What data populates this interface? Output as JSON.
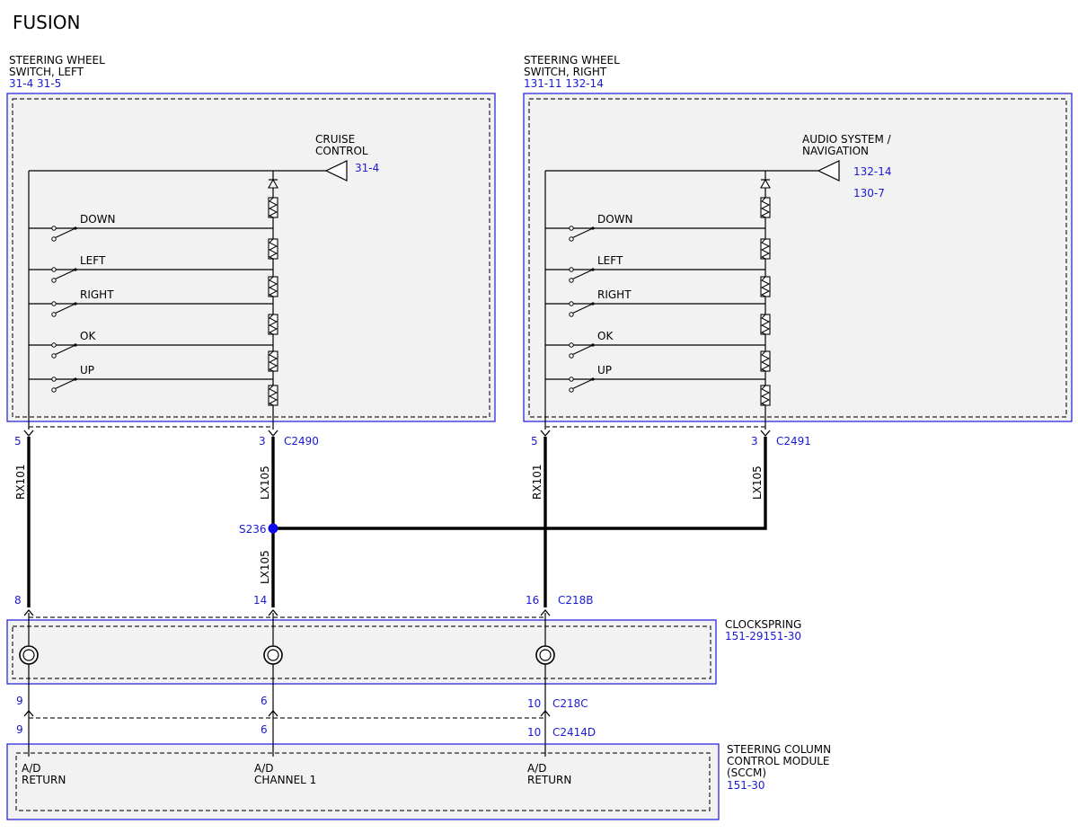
{
  "title": "FUSION",
  "left_switch": {
    "name_line1": "STEERING WHEEL",
    "name_line2": "SWITCH, LEFT",
    "refs": "31-4  31-5",
    "output_label_line1": "CRUISE",
    "output_label_line2": "CONTROL",
    "output_ref": "31-4",
    "switches": [
      "DOWN",
      "LEFT",
      "RIGHT",
      "OK",
      "UP"
    ]
  },
  "right_switch": {
    "name_line1": "STEERING WHEEL",
    "name_line2": "SWITCH, RIGHT",
    "refs": "131-11 132-14",
    "output_label_line1": "AUDIO SYSTEM /",
    "output_label_line2": "NAVIGATION",
    "output_ref_1": "132-14",
    "output_ref_2": "130-7",
    "switches": [
      "DOWN",
      "LEFT",
      "RIGHT",
      "OK",
      "UP"
    ]
  },
  "connectors": {
    "c2490_pin_a": "5",
    "c2490_pin_b": "3",
    "c2490": "C2490",
    "c2491_pin_a": "5",
    "c2491_pin_b": "3",
    "c2491": "C2491",
    "c218b_pin_1": "8",
    "c218b_pin_2": "14",
    "c218b_pin_3": "16",
    "c218b": "C218B",
    "c218c_pin_1": "9",
    "c218c_pin_2": "6",
    "c218c_pin_3": "10",
    "c218c": "C218C",
    "c2414d_pin_1": "9",
    "c2414d_pin_2": "6",
    "c2414d_pin_3": "10",
    "c2414d": "C2414D"
  },
  "wires": {
    "left_rx": "RX101",
    "left_lx": "LX105",
    "lx_lower": "LX105",
    "right_rx": "RX101",
    "right_lx": "LX105"
  },
  "splice": "S236",
  "clockspring": {
    "name": "CLOCKSPRING",
    "refs": "151-29151-30"
  },
  "sccm": {
    "name_line1": "STEERING COLUMN",
    "name_line2": "CONTROL MODULE",
    "name_line3": "(SCCM)",
    "ref": "151-30",
    "pin1_line1": "A/D",
    "pin1_line2": "RETURN",
    "pin2_line1": "A/D",
    "pin2_line2": "CHANNEL 1",
    "pin3_line1": "A/D",
    "pin3_line2": "RETURN"
  },
  "colors": {
    "component_border": "#2b2bdc",
    "reference_text": "#1a1ad6",
    "component_fill": "#f2f2f2",
    "splice_dot": "#0a0aee"
  }
}
